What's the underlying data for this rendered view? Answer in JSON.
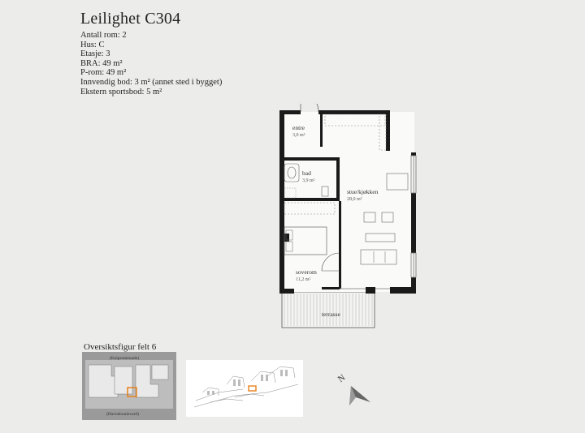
{
  "title": "Leilighet C304",
  "specs": [
    "Antall rom: 2",
    "Hus: C",
    "Etasje: 3",
    "BRA: 49 m²",
    "P-rom: 49 m²",
    "Innvendig bod: 3 m² (annet sted i bygget)",
    "Ekstern sportsbod: 5 m²"
  ],
  "rooms": {
    "entre": {
      "name": "entre",
      "area": "3,0 m²"
    },
    "bad": {
      "name": "bad",
      "area": "3,9 m²"
    },
    "stue": {
      "name": "stue/kjøkken",
      "area": "28,0 m²"
    },
    "soverom": {
      "name": "soverom",
      "area": "11,2 m²"
    },
    "terrasse": {
      "name": "terrasse"
    }
  },
  "site": {
    "label": "Oversiktsfigur felt 6",
    "road_top": "(Kaipromenade)",
    "road_bottom": "(Havneboulevard)"
  },
  "compass": {
    "label": "N"
  },
  "colors": {
    "highlight": "#e8801a",
    "wall": "#1a1a1a",
    "background": "#ececeb"
  }
}
